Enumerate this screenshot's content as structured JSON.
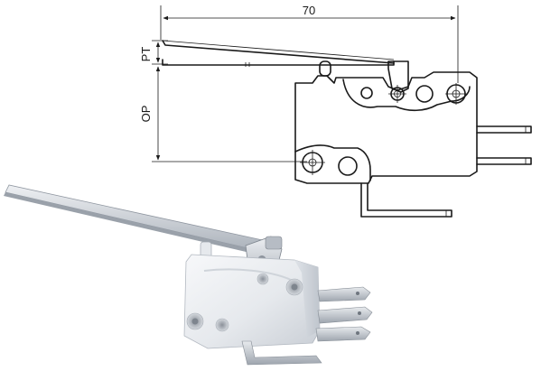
{
  "drawing": {
    "dim_length": "70",
    "dim_pt": "PT",
    "dim_op": "OP"
  },
  "photo": {
    "body_color": "#e9ebee",
    "lever_color": "#c7ccd3",
    "terminal_color": "#b9bec6"
  }
}
